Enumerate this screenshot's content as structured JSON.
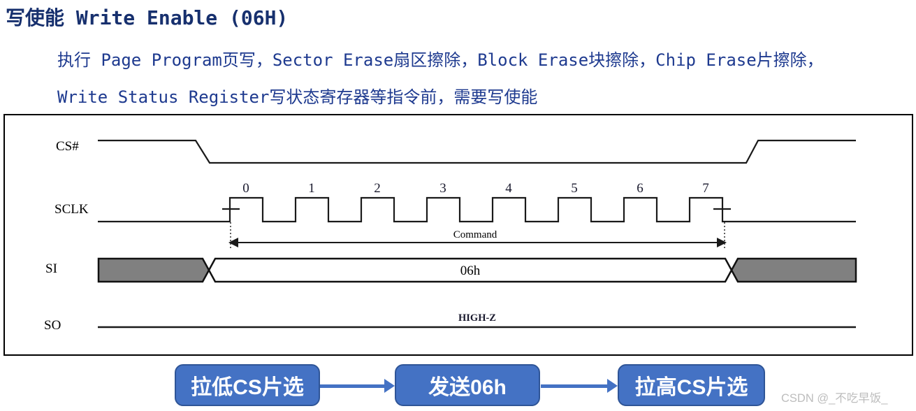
{
  "title": "写使能 Write Enable (06H)",
  "paragraph": {
    "line1": "执行 Page Program页写，Sector Erase扇区擦除，Block Erase块擦除，Chip Erase片擦除，",
    "line2": "Write Status Register写状态寄存器等指令前，需要写使能"
  },
  "diagram": {
    "signals": {
      "cs": "CS#",
      "sclk": "SCLK",
      "si": "SI",
      "so": "SO"
    },
    "clock_numbers": [
      "0",
      "1",
      "2",
      "3",
      "4",
      "5",
      "6",
      "7"
    ],
    "command_label": "Command",
    "si_value": "06h",
    "so_state": "HIGH-Z"
  },
  "flowchart": {
    "steps": [
      {
        "label": "拉低CS片选"
      },
      {
        "label": "发送06h"
      },
      {
        "label": "拉高CS片选"
      }
    ],
    "box_color": "#4472c4",
    "box_border_color": "#2f5597",
    "arrow_color": "#4472c4",
    "text_color": "#ffffff"
  },
  "watermark": "CSDN @_不吃早饭_",
  "colors": {
    "title_text": "#17306e",
    "body_text": "#1e3a8f",
    "diagram_line": "#1a1a1a",
    "bus_gray": "#808080"
  }
}
